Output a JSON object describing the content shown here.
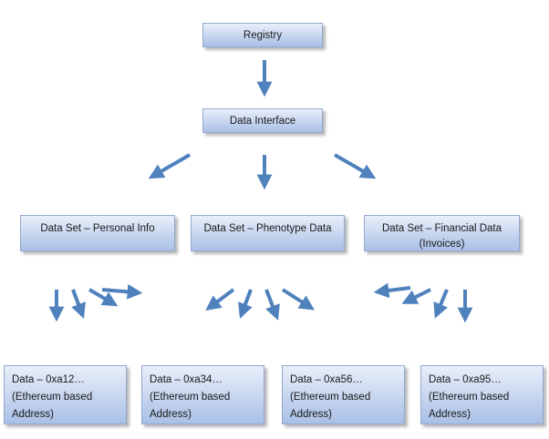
{
  "nodes": {
    "registry": "Registry",
    "data_interface": "Data Interface",
    "sets": [
      {
        "line1": "Data Set – Personal Info",
        "line2": ""
      },
      {
        "line1": "Data Set – Phenotype Data",
        "line2": ""
      },
      {
        "line1": "Data Set – Financial Data",
        "line2": "(Invoices)"
      }
    ],
    "leaves": [
      {
        "line1": "Data – 0xa12…",
        "line2": "(Ethereum based",
        "line3": "Address)"
      },
      {
        "line1": "Data – 0xa34…",
        "line2": "(Ethereum based",
        "line3": "Address)"
      },
      {
        "line1": "Data – 0xa56…",
        "line2": "(Ethereum based",
        "line3": "Address)"
      },
      {
        "line1": "Data – 0xa95…",
        "line2": "(Ethereum based",
        "line3": "Address)"
      }
    ]
  },
  "colors": {
    "arrow": "#4f81bd",
    "box_border": "#93a9cf",
    "box_fill_top": "#e9effa",
    "box_fill_bottom": "#a9c0e6"
  }
}
